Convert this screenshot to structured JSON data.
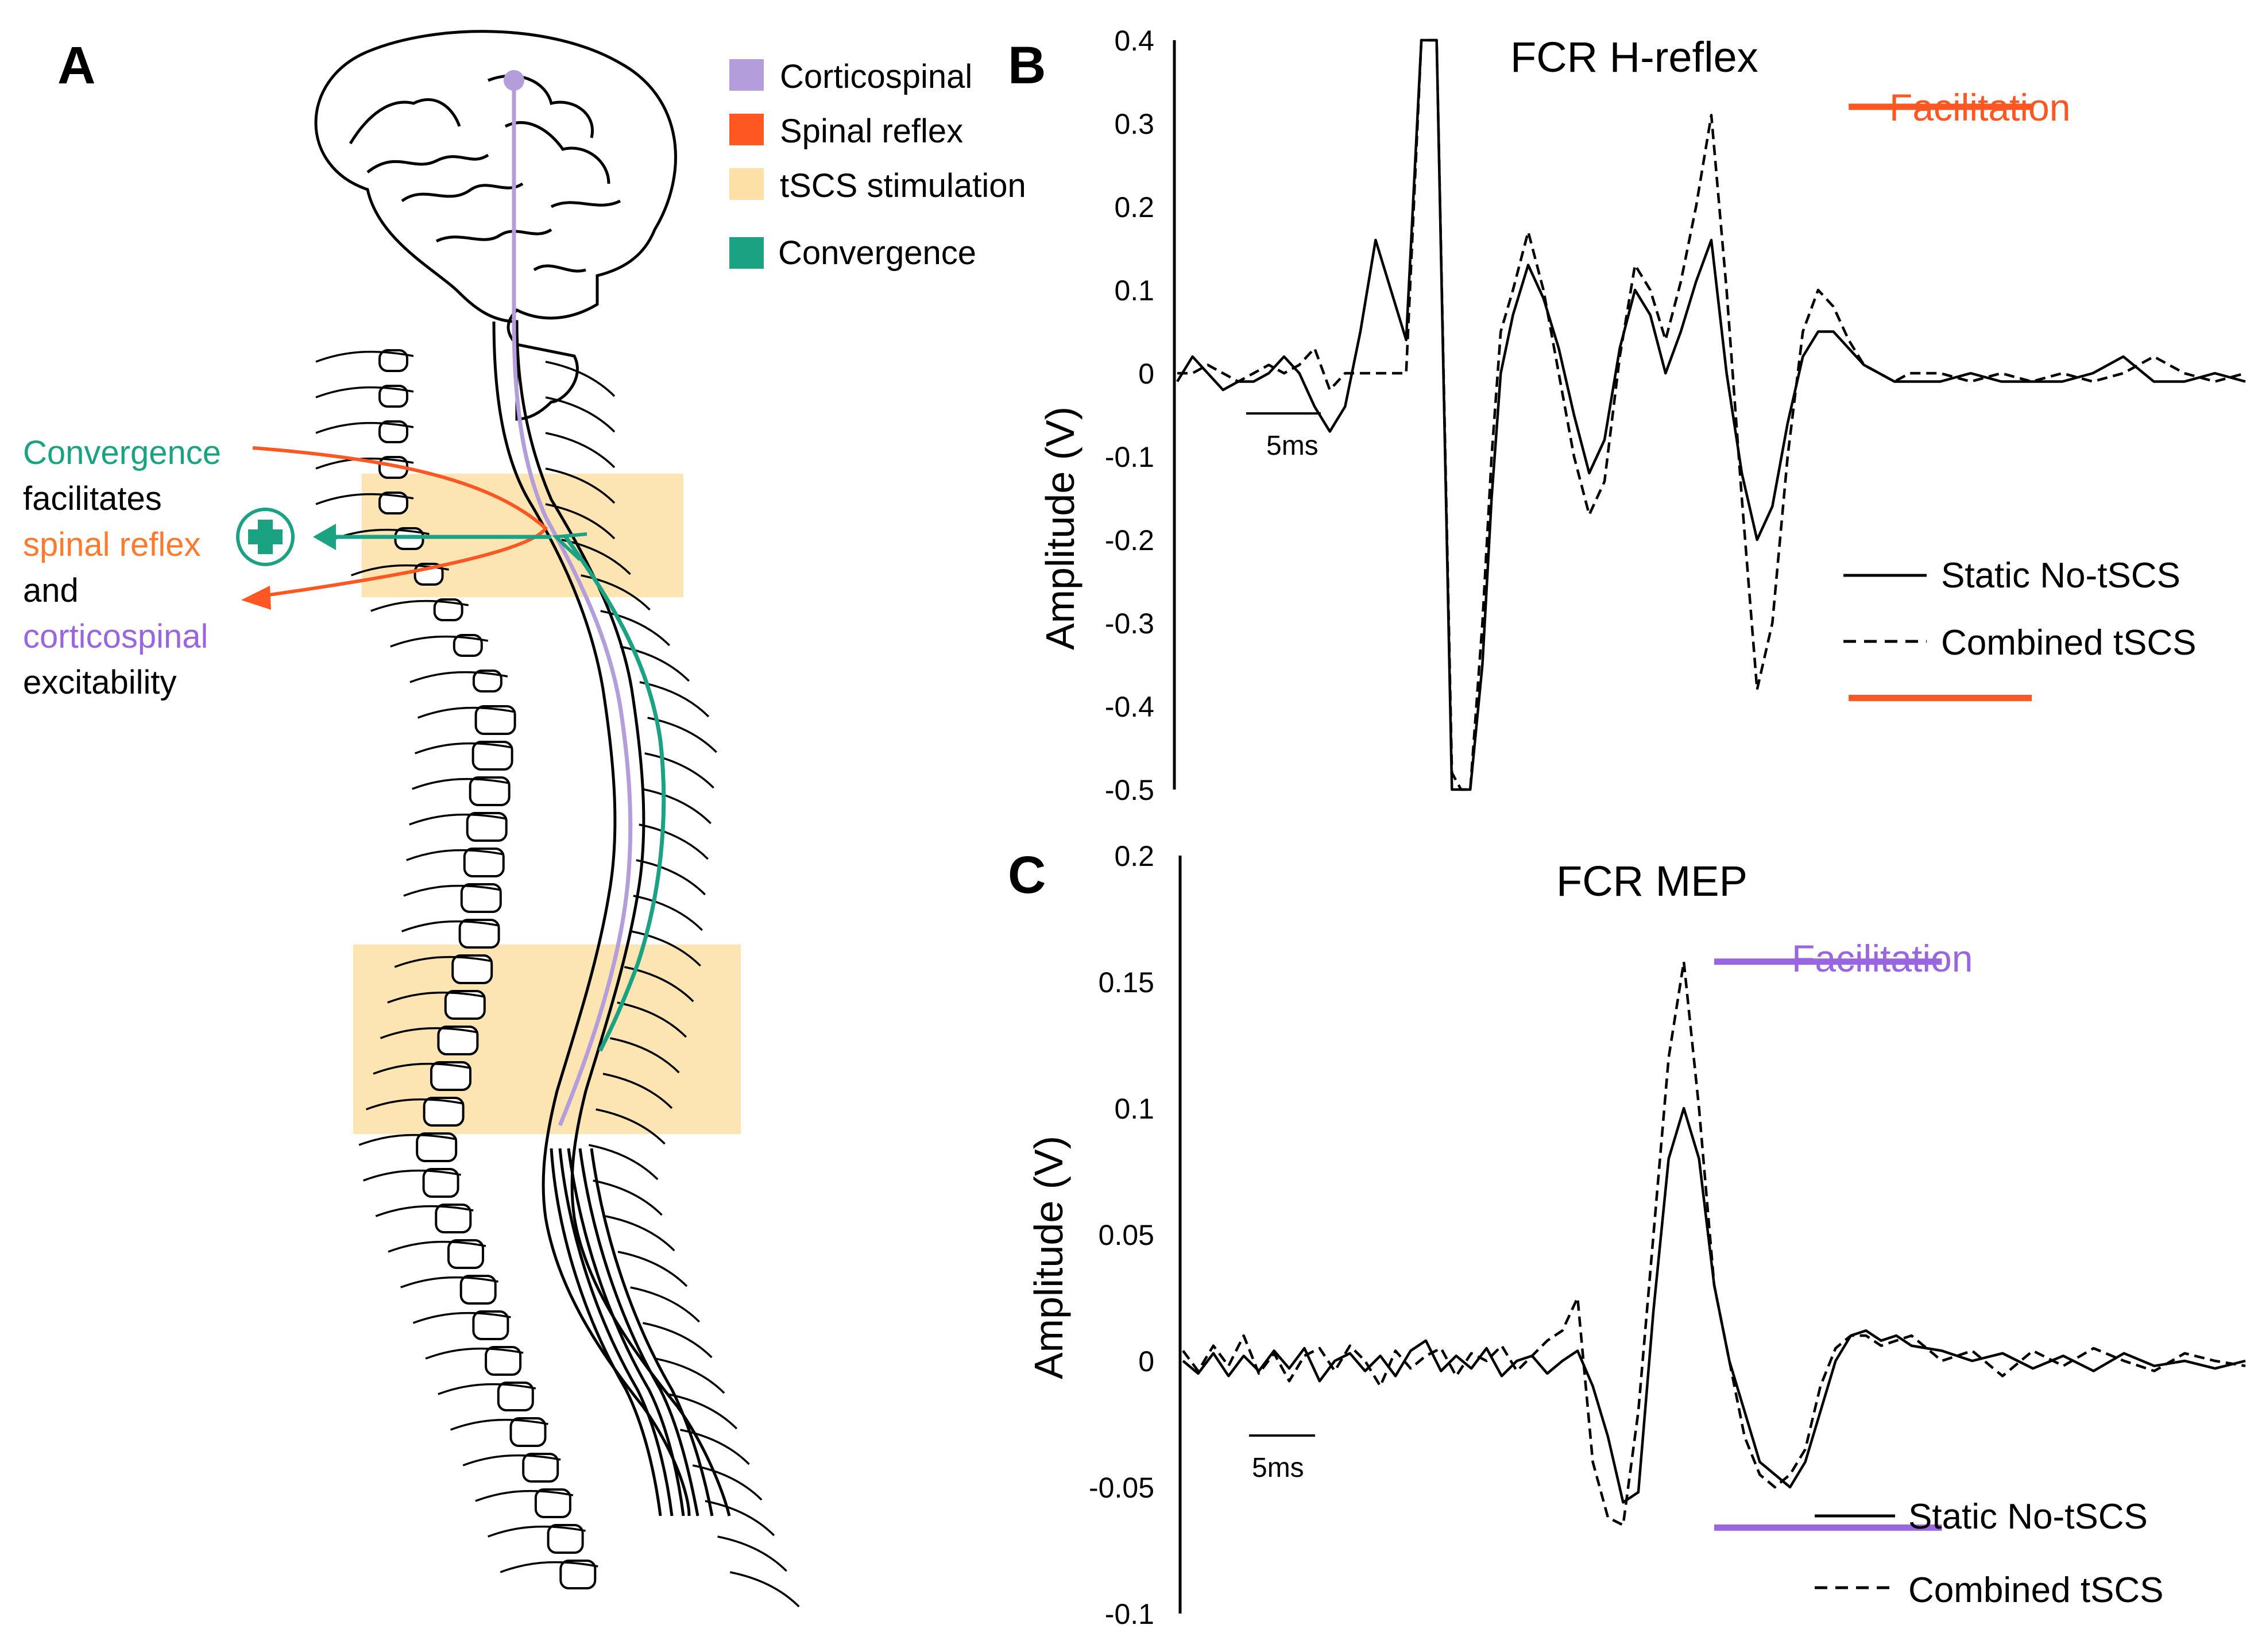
{
  "panels": {
    "a": "A",
    "b": "B",
    "c": "C"
  },
  "colors": {
    "corticospinal": "#b39ddb",
    "spinal_reflex": "#ff5722",
    "tscs": "#fde0a6",
    "convergence": "#1aa283",
    "black": "#000000"
  },
  "panel_a": {
    "legend": [
      {
        "label": "Corticospinal",
        "color": "#b39ddb"
      },
      {
        "label": "Spinal reflex",
        "color": "#ff5722"
      },
      {
        "label": "tSCS stimulation",
        "color": "#fde0a6"
      },
      {
        "label": "Convergence",
        "color": "#1aa283"
      }
    ],
    "annotation": {
      "line1": "Convergence",
      "line2": "facilitates",
      "line3": "spinal reflex",
      "line4": "and",
      "line5": "corticospinal",
      "line6": "excitability"
    },
    "icons": [
      "brain-icon",
      "spinal-column-icon",
      "plus-icon"
    ]
  },
  "chart_data": [
    {
      "type": "line",
      "title": "FCR H-reflex",
      "xlabel": "",
      "ylabel": "Amplitude (V)",
      "ylim": [
        -0.5,
        0.4
      ],
      "yticks": [
        0.4,
        0.3,
        0.2,
        0.1,
        0,
        -0.1,
        -0.2,
        -0.3,
        -0.4,
        -0.5
      ],
      "ytick_labels": [
        "0.4",
        "0.3",
        "0.2",
        "0.1",
        "0",
        "-0.1",
        "-0.2",
        "-0.3",
        "-0.4",
        "-0.5"
      ],
      "xlim": [
        0,
        70
      ],
      "scale_bar": "5ms",
      "annotation": "Facilitation",
      "annotation_color": "#ff5722",
      "facilitation_levels": [
        0.32,
        -0.39
      ],
      "grid": false,
      "legend_position": "bottom-right",
      "series": [
        {
          "name": "Static No-tSCS",
          "style": "solid",
          "x": [
            0,
            1,
            2,
            3,
            4,
            5,
            6,
            7,
            8,
            9,
            10,
            11,
            12,
            13,
            14,
            15,
            16,
            17,
            18,
            18.6,
            19.2,
            20,
            20.6,
            21.2,
            22,
            23,
            24,
            25,
            26,
            27,
            28,
            29,
            30,
            31,
            32,
            33,
            34,
            35,
            36,
            37,
            38,
            39,
            40,
            41,
            42,
            43,
            44,
            45,
            46,
            47,
            48,
            50,
            52,
            54,
            56,
            58,
            60,
            62,
            64,
            66,
            68,
            70
          ],
          "y": [
            -0.01,
            0.02,
            0.0,
            -0.02,
            -0.01,
            -0.01,
            0.0,
            0.02,
            0.0,
            -0.04,
            -0.07,
            -0.04,
            0.05,
            0.16,
            0.1,
            0.04,
            0.42,
            0.42,
            -0.5,
            -0.5,
            -0.5,
            -0.35,
            -0.15,
            0.0,
            0.07,
            0.13,
            0.09,
            0.03,
            -0.05,
            -0.12,
            -0.08,
            0.03,
            0.1,
            0.07,
            0.0,
            0.05,
            0.11,
            0.16,
            0.0,
            -0.12,
            -0.2,
            -0.16,
            -0.06,
            0.02,
            0.05,
            0.05,
            0.03,
            0.01,
            0.0,
            -0.01,
            -0.01,
            -0.01,
            0.0,
            -0.01,
            -0.01,
            -0.01,
            0.0,
            0.02,
            -0.01,
            -0.01,
            0.0,
            -0.01
          ]
        },
        {
          "name": "Combined tSCS",
          "style": "dashed",
          "x": [
            0,
            1,
            2,
            3,
            4,
            5,
            6,
            7,
            8,
            9,
            10,
            11,
            12,
            13,
            14,
            15,
            16,
            17,
            18,
            18.6,
            19.2,
            20,
            20.6,
            21.2,
            22,
            23,
            24,
            25,
            26,
            27,
            28,
            29,
            30,
            31,
            32,
            33,
            34,
            35,
            36,
            37,
            38,
            39,
            40,
            41,
            42,
            43,
            44,
            45,
            46,
            47,
            48,
            50,
            52,
            54,
            56,
            58,
            60,
            62,
            64,
            66,
            68,
            70
          ],
          "y": [
            0.0,
            0.0,
            0.01,
            0.0,
            -0.01,
            0.0,
            0.01,
            0.0,
            0.01,
            0.03,
            -0.02,
            0.0,
            0.0,
            0.0,
            0.0,
            0.0,
            0.42,
            0.42,
            -0.48,
            -0.5,
            -0.5,
            -0.3,
            -0.1,
            0.05,
            0.1,
            0.17,
            0.1,
            0.0,
            -0.1,
            -0.17,
            -0.13,
            0.02,
            0.13,
            0.1,
            0.04,
            0.11,
            0.2,
            0.31,
            0.1,
            -0.15,
            -0.38,
            -0.3,
            -0.1,
            0.05,
            0.1,
            0.08,
            0.04,
            0.01,
            0.0,
            -0.01,
            0.0,
            0.0,
            -0.01,
            0.0,
            -0.01,
            0.0,
            -0.01,
            0.0,
            0.02,
            0.0,
            -0.01,
            0.0
          ]
        }
      ]
    },
    {
      "type": "line",
      "title": "FCR MEP",
      "xlabel": "",
      "ylabel": "Amplitude (V)",
      "ylim": [
        -0.1,
        0.2
      ],
      "yticks": [
        0.2,
        0.15,
        0.1,
        0.05,
        0,
        -0.05,
        -0.1
      ],
      "ytick_labels": [
        "0.2",
        "0.15",
        "0.1",
        "0.05",
        "0",
        "-0.05",
        "-0.1"
      ],
      "xlim": [
        0,
        70
      ],
      "scale_bar": "5ms",
      "annotation": "Facilitation",
      "annotation_color": "#9966e0",
      "facilitation_levels": [
        0.158,
        -0.066
      ],
      "grid": false,
      "legend_position": "bottom-right",
      "series": [
        {
          "name": "Static No-tSCS",
          "style": "solid",
          "x": [
            0,
            1,
            2,
            3,
            4,
            5,
            6,
            7,
            8,
            9,
            10,
            11,
            12,
            13,
            14,
            15,
            16,
            17,
            18,
            19,
            20,
            21,
            22,
            23,
            24,
            25,
            26,
            27,
            28,
            29,
            30,
            31,
            32,
            33,
            34,
            35,
            36,
            37,
            38,
            39,
            40,
            41,
            42,
            43,
            44,
            45,
            46,
            47,
            48,
            50,
            52,
            54,
            56,
            58,
            60,
            62,
            64,
            66,
            68,
            70
          ],
          "y": [
            0.0,
            -0.005,
            0.003,
            -0.006,
            0.002,
            -0.004,
            0.004,
            -0.003,
            0.005,
            -0.008,
            0.0,
            0.003,
            -0.004,
            0.002,
            -0.006,
            0.004,
            0.008,
            -0.004,
            0.002,
            -0.003,
            0.005,
            -0.006,
            0.0,
            0.002,
            -0.005,
            0.0,
            0.004,
            -0.01,
            -0.03,
            -0.056,
            -0.052,
            0.02,
            0.08,
            0.1,
            0.08,
            0.03,
            0.0,
            -0.02,
            -0.04,
            -0.045,
            -0.05,
            -0.04,
            -0.02,
            0.0,
            0.01,
            0.012,
            0.008,
            0.01,
            0.006,
            0.004,
            0.0,
            0.003,
            -0.003,
            0.002,
            -0.004,
            0.003,
            -0.002,
            0.0,
            -0.003,
            0.0
          ]
        },
        {
          "name": "Combined tSCS",
          "style": "dashed",
          "x": [
            0,
            1,
            2,
            3,
            4,
            5,
            6,
            7,
            8,
            9,
            10,
            11,
            12,
            13,
            14,
            15,
            16,
            17,
            18,
            19,
            20,
            21,
            22,
            23,
            24,
            25,
            26,
            27,
            28,
            29,
            30,
            31,
            32,
            33,
            34,
            35,
            36,
            37,
            38,
            39,
            40,
            41,
            42,
            43,
            44,
            45,
            46,
            47,
            48,
            50,
            52,
            54,
            56,
            58,
            60,
            62,
            64,
            66,
            68,
            70
          ],
          "y": [
            0.004,
            -0.004,
            0.006,
            -0.002,
            0.01,
            -0.005,
            0.003,
            -0.008,
            0.002,
            0.005,
            -0.004,
            0.006,
            0.0,
            -0.01,
            0.004,
            -0.003,
            0.002,
            0.005,
            -0.006,
            0.003,
            0.0,
            0.006,
            -0.004,
            0.002,
            0.008,
            0.012,
            0.025,
            -0.04,
            -0.062,
            -0.065,
            -0.02,
            0.05,
            0.12,
            0.158,
            0.1,
            0.03,
            0.0,
            -0.03,
            -0.045,
            -0.05,
            -0.045,
            -0.035,
            -0.01,
            0.005,
            0.01,
            0.01,
            0.006,
            0.008,
            0.01,
            0.0,
            0.004,
            -0.006,
            0.004,
            -0.002,
            0.005,
            0.0,
            -0.004,
            0.003,
            0.0,
            -0.002
          ]
        }
      ]
    }
  ]
}
